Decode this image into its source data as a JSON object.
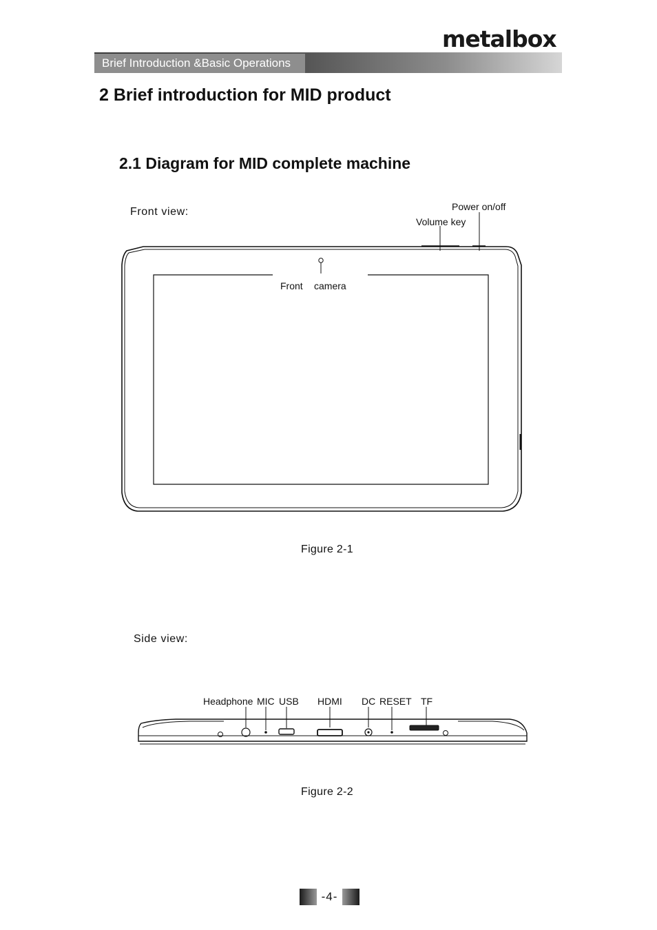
{
  "brand": "metalbox",
  "header": {
    "section_tab": "Brief Introduction &Basic Operations"
  },
  "heading": "2  Brief introduction for MID product",
  "subheading": "2.1  Diagram for MID complete machine",
  "front_view": {
    "label": "Front view:",
    "callouts": {
      "power": "Power on/off",
      "volume": "Volume key",
      "front": "Front",
      "camera": "camera"
    },
    "caption": "Figure 2-1"
  },
  "side_view": {
    "label": "Side view:",
    "ports": {
      "headphone": "Headphone",
      "mic": "MIC",
      "usb": "USB",
      "hdmi": "HDMI",
      "dc": "DC",
      "reset": "RESET",
      "tf": "TF"
    },
    "caption": "Figure 2-2"
  },
  "page_number": "-4-"
}
